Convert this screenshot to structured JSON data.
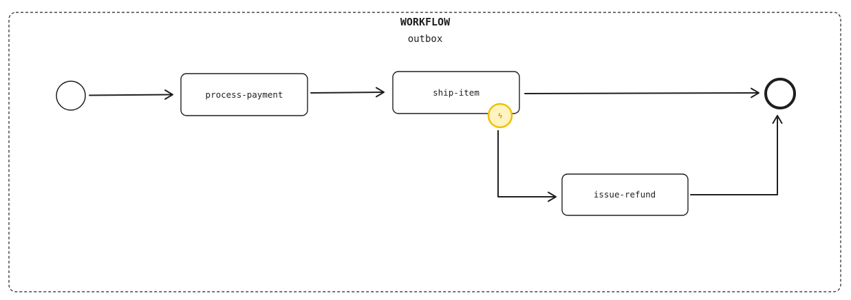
{
  "workflow": {
    "title": "WORKFLOW",
    "name": "outbox"
  },
  "nodes": {
    "process_payment": {
      "label": "process-payment"
    },
    "ship_item": {
      "label": "ship-item"
    },
    "issue_refund": {
      "label": "issue-refund"
    }
  },
  "boundary_event": {
    "icon": "lightning-bolt-icon",
    "glyph": "ϟ"
  },
  "colors": {
    "stroke": "#1e1e1e",
    "boundary_fill": "#fff3bf",
    "boundary_stroke": "#f0c000",
    "boundary_icon": "#b07800",
    "frame_stroke": "#1e1e1e"
  }
}
